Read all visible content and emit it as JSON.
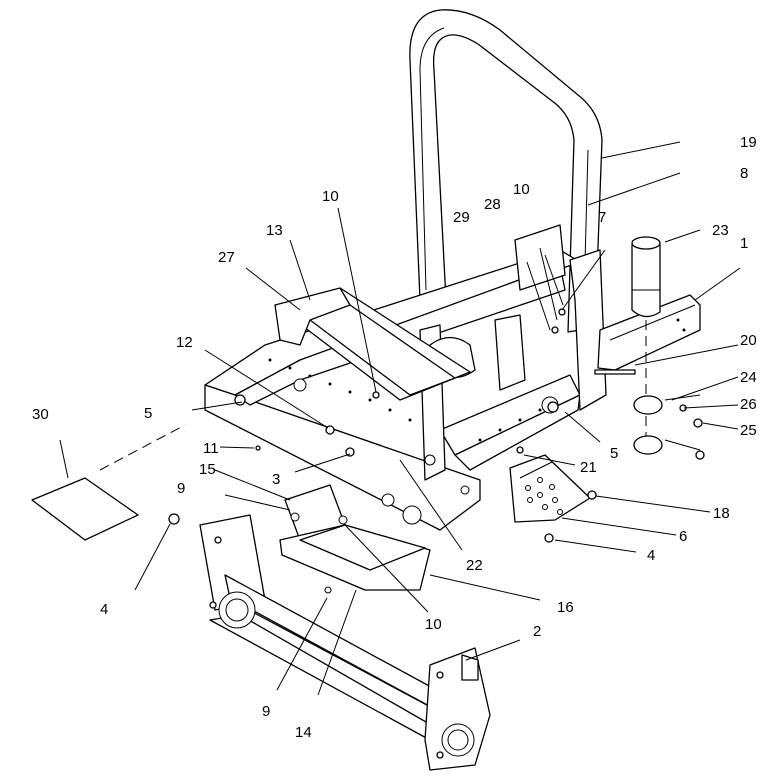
{
  "diagram": {
    "callouts": [
      "1",
      "2",
      "3",
      "4",
      "4",
      "5",
      "5",
      "6",
      "7",
      "8",
      "9",
      "9",
      "10",
      "10",
      "10",
      "11",
      "12",
      "13",
      "14",
      "15",
      "16",
      "18",
      "19",
      "20",
      "21",
      "22",
      "23",
      "24",
      "25",
      "26",
      "27",
      "28",
      "29",
      "30"
    ]
  }
}
